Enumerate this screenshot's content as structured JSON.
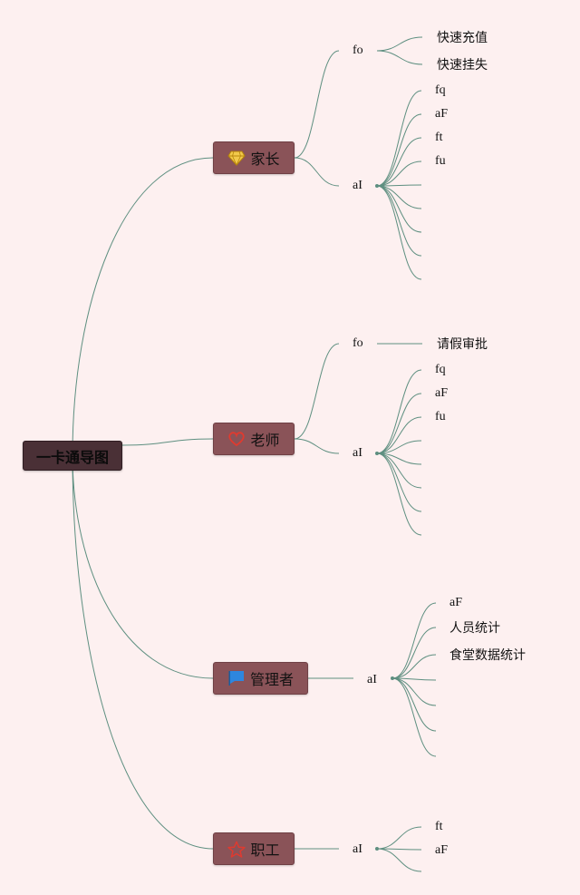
{
  "root": {
    "label": "一卡通导图"
  },
  "branches": [
    {
      "label": "家长",
      "icon": "diamond-icon",
      "groups": [
        {
          "label": "fo",
          "children": [
            "快速充值",
            "快速挂失"
          ]
        },
        {
          "label": "aI",
          "children": [
            "fq",
            "aF",
            "ft",
            "fu",
            "",
            "",
            "",
            "",
            ""
          ]
        }
      ]
    },
    {
      "label": "老师",
      "icon": "heart-icon",
      "groups": [
        {
          "label": "fo",
          "children": [
            "请假审批"
          ]
        },
        {
          "label": "aI",
          "children": [
            "fq",
            "aF",
            "fu",
            "",
            "",
            "",
            "",
            ""
          ]
        }
      ]
    },
    {
      "label": "管理者",
      "icon": "flag-icon",
      "groups": [
        {
          "label": "aI",
          "children": [
            "aF",
            "人员统计",
            "食堂数据统计",
            "",
            "",
            "",
            ""
          ]
        }
      ]
    },
    {
      "label": "职工",
      "icon": "star-icon",
      "groups": [
        {
          "label": "aI",
          "children": [
            "ft",
            "aF",
            ""
          ]
        }
      ]
    }
  ],
  "colors": {
    "background": "#FDF0F0",
    "connector": "#5E8F80",
    "root_fill": "#4A3036",
    "branch_fill": "#8A5358",
    "diamond_icon": "#F2C94C",
    "heart_icon": "#E03A2F",
    "flag_icon": "#2E86DE",
    "star_icon": "#E03A2F"
  }
}
